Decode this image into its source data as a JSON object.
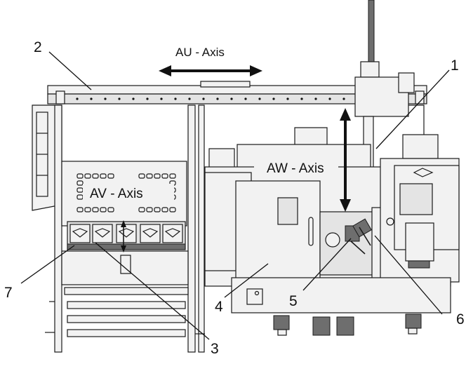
{
  "callouts": {
    "c1": "1",
    "c2": "2",
    "c3": "3",
    "c4": "4",
    "c5": "5",
    "c6": "6",
    "c7": "7"
  },
  "axes": {
    "au": "AU - Axis",
    "av": "AV - Axis",
    "aw": "AW - Axis"
  },
  "colors": {
    "line": "#1a1a1a",
    "panel_fill": "#f2f2f2",
    "shade_fill": "#e4e4e4",
    "dark_fill": "#6e6e6e",
    "background": "#ffffff"
  }
}
